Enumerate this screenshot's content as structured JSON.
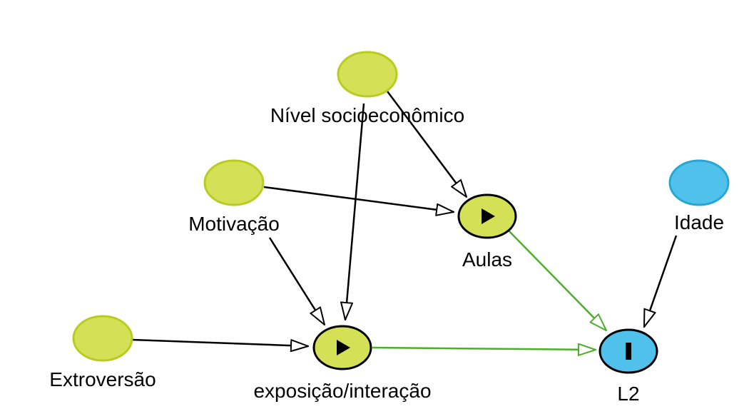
{
  "colors": {
    "exposure_fill": "#d4e157",
    "exposure_stroke": "#b8cc1f",
    "outcome_fill": "#4fc1ea",
    "outcome_stroke": "#27a6d6",
    "causal_path": "#4caf2a",
    "other_path": "#000000"
  },
  "nodes": {
    "nivel": {
      "label": "Nível socioeconômico",
      "kind": "ancestor"
    },
    "motivacao": {
      "label": "Motivação",
      "kind": "ancestor"
    },
    "extroversao": {
      "label": "Extroversão",
      "kind": "ancestor"
    },
    "aulas": {
      "label": "Aulas",
      "kind": "exposure"
    },
    "exposicao": {
      "label": "exposição/interação",
      "kind": "exposure"
    },
    "idade": {
      "label": "Idade",
      "kind": "outcome-ancestor"
    },
    "l2": {
      "label": "L2",
      "kind": "outcome"
    }
  },
  "edges": [
    {
      "from": "nivel",
      "to": "aulas",
      "type": "other"
    },
    {
      "from": "nivel",
      "to": "exposicao",
      "type": "other"
    },
    {
      "from": "motivacao",
      "to": "aulas",
      "type": "other"
    },
    {
      "from": "motivacao",
      "to": "exposicao",
      "type": "other"
    },
    {
      "from": "extroversao",
      "to": "exposicao",
      "type": "other"
    },
    {
      "from": "aulas",
      "to": "l2",
      "type": "causal"
    },
    {
      "from": "exposicao",
      "to": "l2",
      "type": "causal"
    },
    {
      "from": "idade",
      "to": "l2",
      "type": "other"
    }
  ]
}
